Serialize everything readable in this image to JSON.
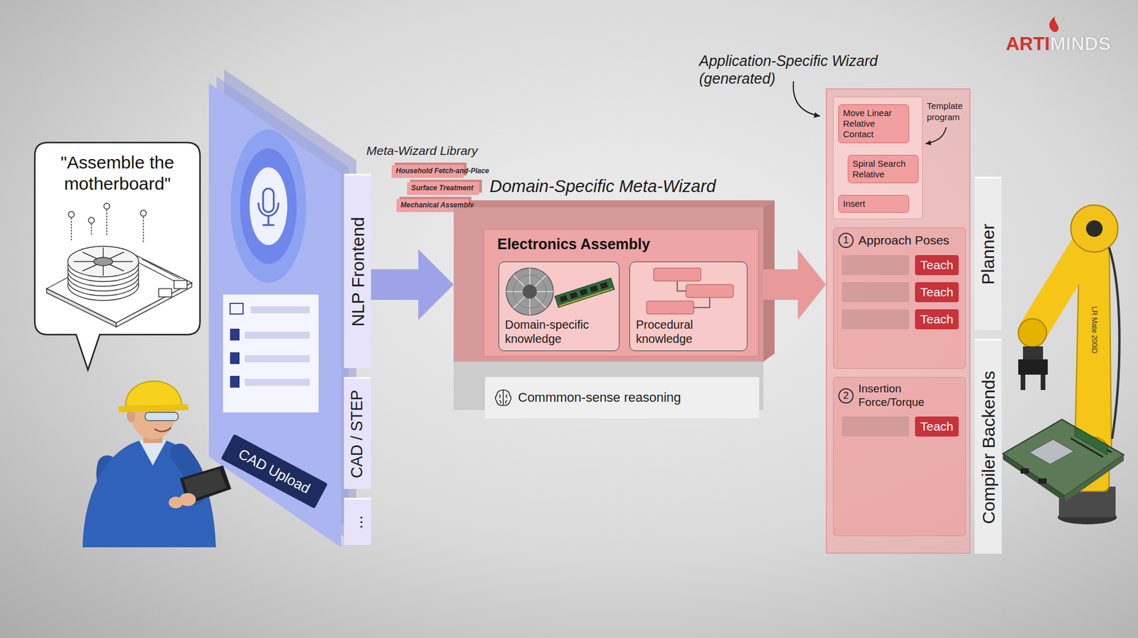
{
  "diagram": {
    "nodes": [
      {
        "text": [
          "\"Assemble the motherboard\""
        ]
      },
      {
        "text": [
          "NLP Frontend"
        ]
      },
      {
        "text": [
          "CAD / STEP"
        ]
      },
      {
        "text": [
          "..."
        ]
      },
      {
        "text": [
          "CAD Upload"
        ]
      },
      {
        "text": [
          "Meta-Wizard Library"
        ]
      },
      {
        "text": [
          "Household Fetch-and-Place"
        ],
        "in": 5
      },
      {
        "text": [
          "Surface Treatment"
        ],
        "in": 5
      },
      {
        "text": [
          "Mechanical Assembly"
        ],
        "in": 5
      },
      {
        "text": [
          "Domain-Specific Meta-Wizard"
        ]
      },
      {
        "text": [
          "Electronics Assembly"
        ],
        "in": 9
      },
      {
        "text": [
          "Domain-specific knowledge"
        ],
        "in": 10
      },
      {
        "text": [
          "Procedural knowledge"
        ],
        "in": 10
      },
      {
        "text": [
          "Commmon-sense reasoning"
        ]
      },
      {
        "text": [
          "Application-Specific Wizard (generated)"
        ]
      },
      {
        "text": [
          "Template program"
        ],
        "in": 14
      },
      {
        "text": [
          "Move Linear Relative Contact"
        ],
        "in": 15
      },
      {
        "text": [
          "Spiral Search Relative"
        ],
        "in": 15
      },
      {
        "text": [
          "Insert"
        ],
        "in": 15
      },
      {
        "text": [
          "1",
          "Approach Poses"
        ],
        "in": 14
      },
      {
        "text": [
          "Teach"
        ],
        "in": 19
      },
      {
        "text": [
          "Teach"
        ],
        "in": 19
      },
      {
        "text": [
          "Teach"
        ],
        "in": 19
      },
      {
        "text": [
          "2",
          "Insertion Force/Torque"
        ],
        "in": 14
      },
      {
        "text": [
          "Teach"
        ],
        "in": 23
      },
      {
        "text": [
          "Planner"
        ]
      },
      {
        "text": [
          "Compiler Backends"
        ]
      }
    ],
    "edges": [
      {
        "from": 1,
        "to": 9,
        "arrow": "to"
      },
      {
        "from": 9,
        "to": 14,
        "arrow": "to"
      },
      {
        "from": 16,
        "to": 17,
        "arrow": "to"
      },
      {
        "from": 17,
        "to": 18,
        "arrow": "to"
      }
    ],
    "labels": [
      "ARTI",
      "MINDS",
      "LR Mate 200iD"
    ]
  }
}
